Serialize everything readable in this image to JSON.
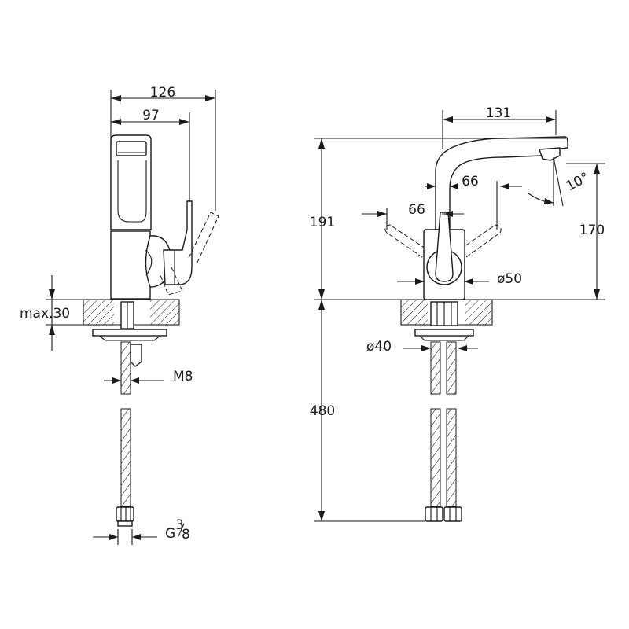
{
  "side_view": {
    "total_depth": "126",
    "spout_offset": "97",
    "deck_thickness": "max.30",
    "stud_thread": "M8",
    "hose_connector": "G",
    "hose_connector_fraction_num": "3",
    "hose_connector_fraction_den": "8"
  },
  "front_view": {
    "spout_reach": "131",
    "overall_height": "191",
    "spout_height": "170",
    "handle_left_swing": "66",
    "handle_right_swing": "66",
    "spout_angle": "10°",
    "body_diameter": "ø50",
    "base_diameter": "ø40",
    "hose_length": "480"
  },
  "colors": {
    "line": "#1a1a1a",
    "background": "#ffffff"
  }
}
